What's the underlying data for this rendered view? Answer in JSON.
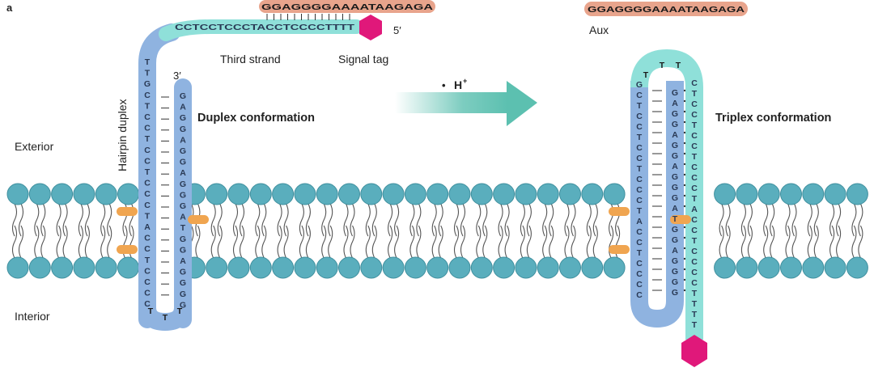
{
  "panel_label": "a",
  "labels": {
    "exterior": "Exterior",
    "interior": "Interior",
    "hairpin_duplex": "Hairpin duplex",
    "third_strand": "Third strand",
    "signal_tag": "Signal tag",
    "duplex_conformation": "Duplex conformation",
    "triplex_conformation": "Triplex conformation",
    "aux": "Aux",
    "h_plus_bullet": "•",
    "h_plus": "H",
    "h_plus_sup": "+",
    "five_prime": "5′",
    "three_prime": "3′"
  },
  "sequences": {
    "aux_strand": "GGAGGGGAAAATAAGAGA",
    "third_strand_top": "CCTCCTCCCTACCTCCCCTTTT",
    "duplex_left_strand": "TTGCTCCTCCTCCCTACCTCCCC",
    "duplex_right_strand": "GAGGAGGAGGGATGGAGGGG",
    "triplex_left_strand": "GCTCCTCCTCCCTACCTCCCC",
    "triplex_mid_strand": "GAGGAGGAGGGATGGAGGGG",
    "triplex_right_strand": "CTCCTCCTCCCTACCTCCCCTTTT",
    "loop_bases": "TTT"
  },
  "colors": {
    "lipid_head": "#5aaebd",
    "lipid_head_edge": "#3f8f9e",
    "hairpin_strand": "#8fb3e0",
    "third_strand": "#8fe0d9",
    "aux_band": "#e8a48c",
    "signal_tag": "#e0187a",
    "anchor": "#f0a550",
    "arrow": "#5cc0b0"
  }
}
